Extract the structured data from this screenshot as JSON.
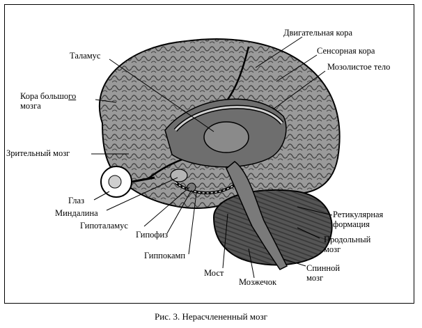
{
  "labels": {
    "motor_cortex": "Двигательная кора",
    "sensory_cortex": "Сенсорная кора",
    "corpus_callosum": "Мозолистое тело",
    "thalamus": "Таламус",
    "cerebral_cortex_l1": "Кора большо",
    "cerebral_cortex_u": "го",
    "cerebral_cortex_l2": "мозга",
    "visual_brain": "Зрительный мозг",
    "eye": "Глаз",
    "amygdala": "Миндалина",
    "hypothalamus": "Гипоталамус",
    "pituitary": "Гипофиз",
    "hippocampus": "Гиппокамп",
    "pons": "Мост",
    "cerebellum": "Мозжечок",
    "reticular_formation": "Ретикулярная\nформация",
    "medulla": "Продольный\nмозг",
    "spinal_cord": "Спинной\nмозг"
  },
  "caption": "Рис. 3. Нерасчлененный мозг",
  "colors": {
    "outline": "#000000",
    "cortex_gray": "#9a9a9a",
    "inner_gray": "#6e6e6e",
    "cerebellum_gray": "#555555",
    "background": "#ffffff"
  }
}
